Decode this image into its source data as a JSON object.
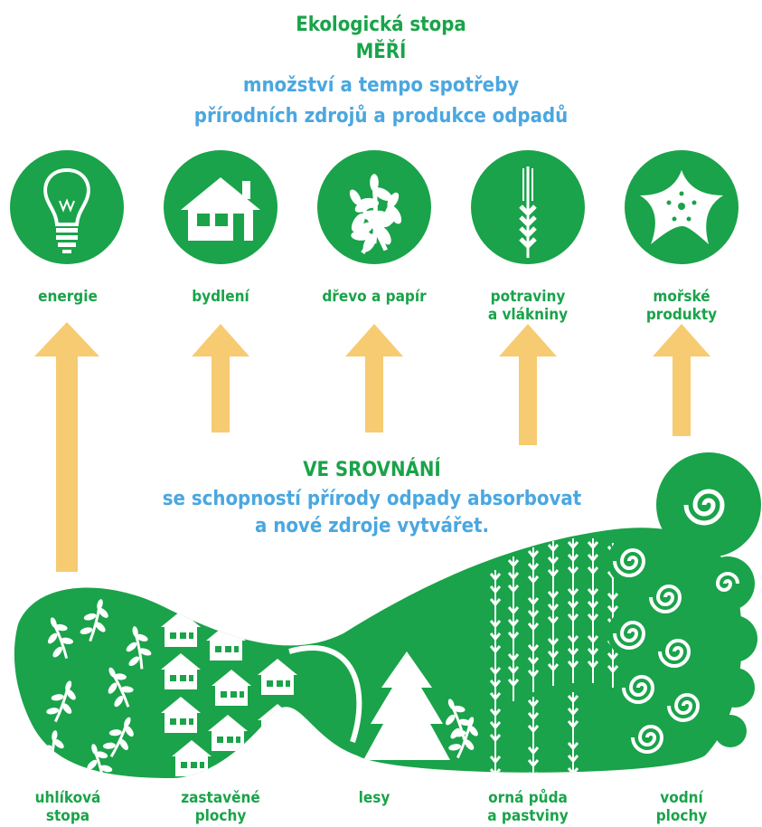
{
  "header": {
    "line1": "Ekologická stopa",
    "line2": "MĚŘÍ",
    "line3": "množství a tempo spotřeby",
    "line4": "přírodních zdrojů a produkce odpadů"
  },
  "categories": [
    {
      "icon": "light-bulb-icon",
      "line1": "energie",
      "line2": ""
    },
    {
      "icon": "house-icon",
      "line1": "bydlení",
      "line2": ""
    },
    {
      "icon": "tree-icon",
      "line1": "dřevo a papír",
      "line2": ""
    },
    {
      "icon": "wheat-icon",
      "line1": "potraviny",
      "line2": "a vlákniny"
    },
    {
      "icon": "starfish-icon",
      "line1": "mořské",
      "line2": "produkty"
    }
  ],
  "comparison": {
    "line1": "VE SROVNÁNÍ",
    "line2": "se schopností přírody odpady absorbovat",
    "line3": "a nové zdroje vytvářet."
  },
  "footprint_areas": [
    {
      "line1": "uhlíková",
      "line2": "stopa"
    },
    {
      "line1": "zastavěné",
      "line2": "plochy"
    },
    {
      "line1": "lesy",
      "line2": ""
    },
    {
      "line1": "orná půda",
      "line2": "a pastviny"
    },
    {
      "line1": "vodní",
      "line2": "plochy"
    }
  ],
  "colors": {
    "green": "#1aa34a",
    "blue": "#4aa7e0",
    "arrow": "#f7cb72"
  }
}
